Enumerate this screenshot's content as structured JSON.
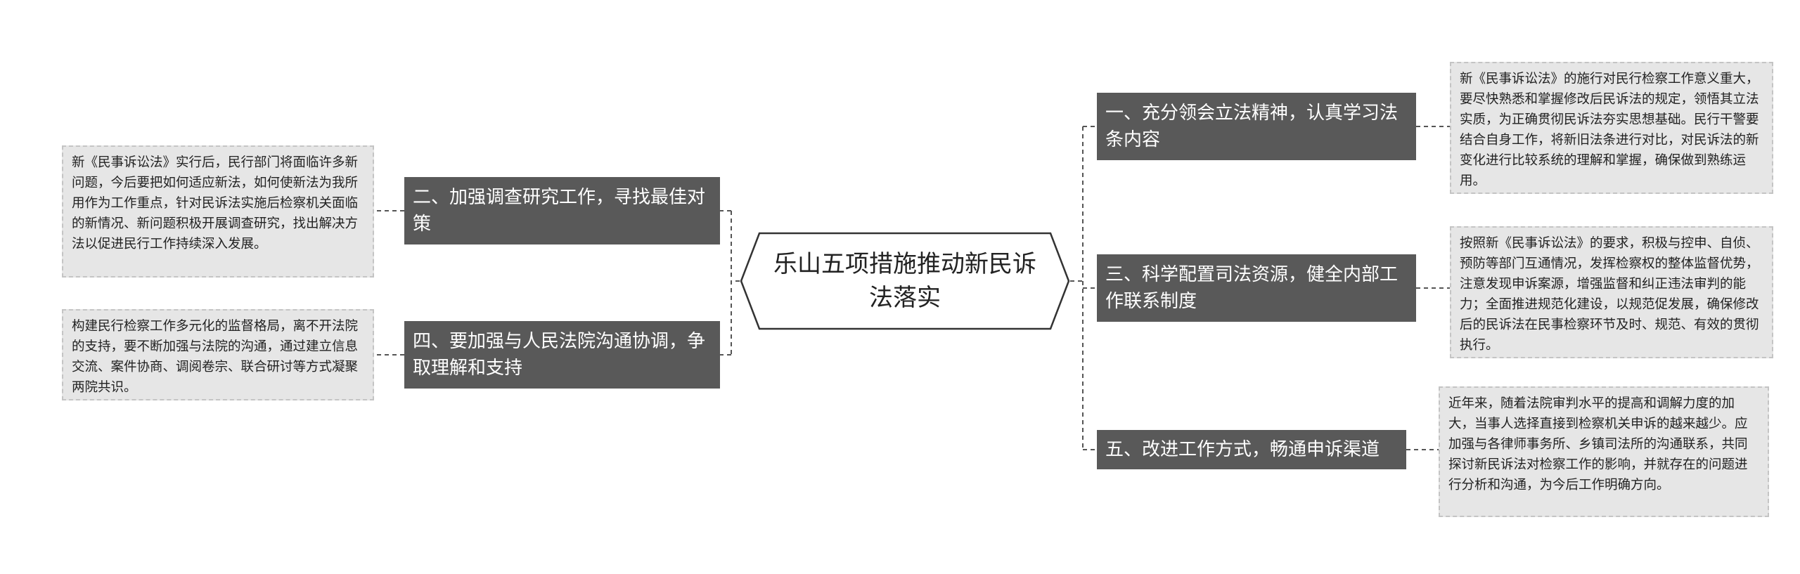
{
  "center_title": "乐山五项措施推动新民诉法落实",
  "colors": {
    "branch_bg": "#595959",
    "leaf_bg": "#e6e6e6",
    "line": "#555555"
  },
  "branches": [
    {
      "label": "一、充分领会立法精神，认真学习法条内容",
      "detail": "新《民事诉讼法》的施行对民行检察工作意义重大，要尽快熟悉和掌握修改后民诉法的规定，领悟其立法实质，为正确贯彻民诉法夯实思想基础。民行干警要结合自身工作，将新旧法条进行对比，对民诉法的新变化进行比较系统的理解和掌握，确保做到熟练运用。"
    },
    {
      "label": "二、加强调查研究工作，寻找最佳对策",
      "detail": "新《民事诉讼法》实行后，民行部门将面临许多新问题，今后要把如何适应新法，如何使新法为我所用作为工作重点，针对民诉法实施后检察机关面临的新情况、新问题积极开展调查研究，找出解决方法以促进民行工作持续深入发展。"
    },
    {
      "label": "三、科学配置司法资源，健全内部工作联系制度",
      "detail": "按照新《民事诉讼法》的要求，积极与控申、自侦、预防等部门互通情况，发挥检察权的整体监督优势，注意发现申诉案源，增强监督和纠正违法审判的能力；全面推进规范化建设，以规范促发展，确保修改后的民诉法在民事检察环节及时、规范、有效的贯彻执行。"
    },
    {
      "label": "四、要加强与人民法院沟通协调，争取理解和支持",
      "detail": "构建民行检察工作多元化的监督格局，离不开法院的支持，要不断加强与法院的沟通，通过建立信息交流、案件协商、调阅卷宗、联合研讨等方式凝聚两院共识。"
    },
    {
      "label": "五、改进工作方式，畅通申诉渠道",
      "detail": "近年来，随着法院审判水平的提高和调解力度的加大，当事人选择直接到检察机关申诉的越来越少。应加强与各律师事务所、乡镇司法所的沟通联系，共同探讨新民诉法对检察工作的影响，并就存在的问题进行分析和沟通，为今后工作明确方向。"
    }
  ]
}
